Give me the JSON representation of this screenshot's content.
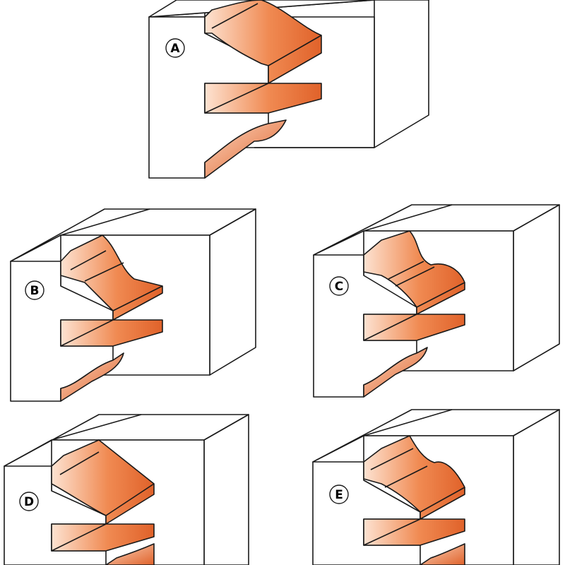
{
  "figure": {
    "background": "#ffffff",
    "outline_color": "#1a1a1a",
    "face_color": "#ffffff",
    "profile_color_dark": "#e0622a",
    "profile_color_light": "#fde3d2",
    "profile_edge_color": "#8a3a14"
  },
  "blocks": [
    {
      "id": "A",
      "label": "A"
    },
    {
      "id": "B",
      "label": "B"
    },
    {
      "id": "C",
      "label": "C"
    },
    {
      "id": "D",
      "label": "D"
    },
    {
      "id": "E",
      "label": "E"
    }
  ]
}
